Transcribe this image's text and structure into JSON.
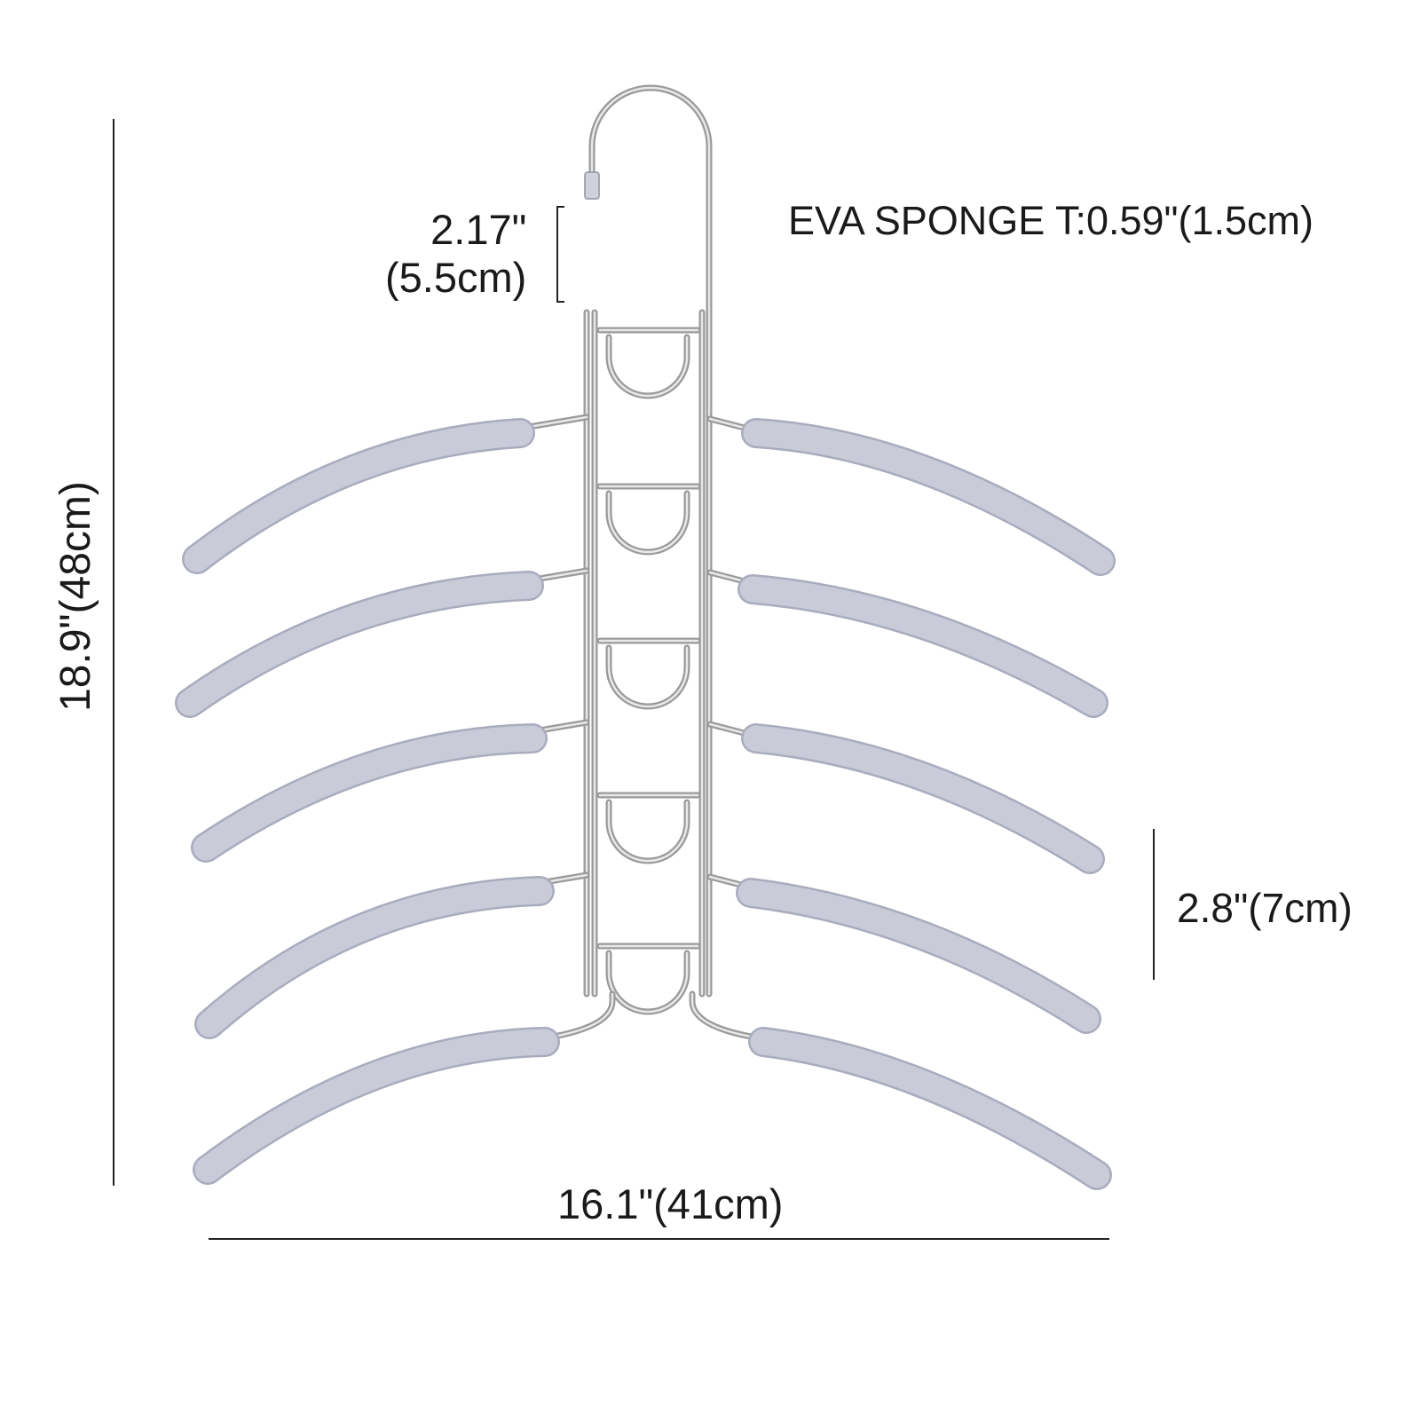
{
  "dimensions": {
    "height": "18.9\"(48cm)",
    "width": "16.1\"(41cm)",
    "hook_gap_in": "2.17\"",
    "hook_gap_cm": "(5.5cm)",
    "sponge_thickness": "EVA SPONGE T:0.59\"(1.5cm)",
    "tier_spacing": "2.8\"(7cm)"
  },
  "hanger": {
    "tiers": 5,
    "colors": {
      "sponge": "#c9cbd9",
      "sponge_edge": "#a9acbd",
      "wire": "#9a9a9a",
      "wire_highlight": "#e8e8e8",
      "dimension_line": "#222222"
    }
  }
}
